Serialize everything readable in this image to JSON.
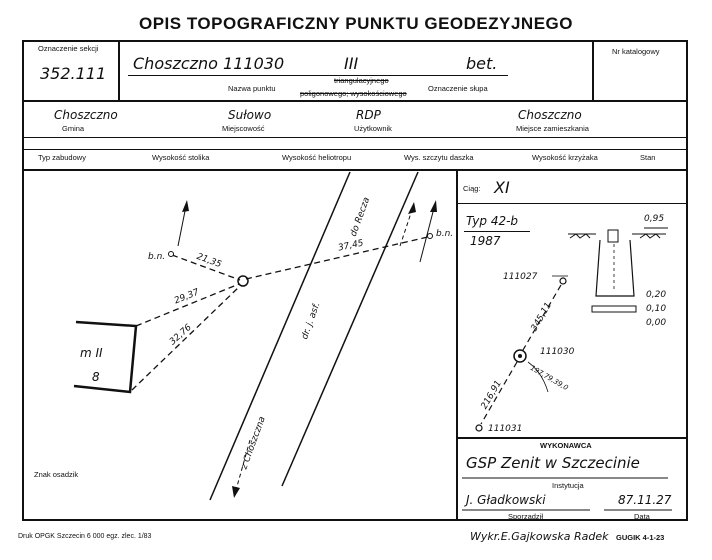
{
  "title": "OPIS TOPOGRAFICZNY PUNKTU GEODEZYJNEGO",
  "header": {
    "section_label": "Oznaczenie sekcji",
    "section_value": "352.111",
    "point_name_value": "Choszczno 111030",
    "order_value": "III",
    "marker_value": "bet.",
    "point_name_label": "Nazwa punktu",
    "triangulation_label": "triangulacyjnego",
    "polygon_label": "poligonowego; wysokościowego",
    "marker_label": "Oznaczenie słupa",
    "catalog_label": "Nr katalogowy"
  },
  "row2": {
    "gmina_value": "Choszczno",
    "gmina_label": "Gmina",
    "locality_value": "Sułowo",
    "locality_label": "Miejscowość",
    "user_value": "RDP",
    "user_label": "Użytkownik",
    "residence_value": "Choszczno",
    "residence_label": "Miejsce zamieszkania"
  },
  "row3": {
    "building_type": "Typ zabudowy",
    "table_height": "Wysokość stolika",
    "heliotrope_height": "Wysokość heliotropu",
    "beacon_top_height": "Wys. szczytu daszka",
    "cross_height": "Wysokość krzyżaka",
    "state": "Stan"
  },
  "sketch": {
    "bn_left": "b.n.",
    "bn_right": "b.n.",
    "dist_2135": "21,35",
    "dist_3745": "37,45",
    "dist_2937": "29,37",
    "dist_3276": "32,76",
    "building_label": "m II",
    "building_number": "8",
    "road_label": "dr. j. asf.",
    "to_recz": "do Recza",
    "to_choszczno": "z Choszczna",
    "sign_label": "Znak osadzik"
  },
  "traverse": {
    "label": "Ciąg:",
    "value": "XI"
  },
  "marker": {
    "type": "Typ 42-b",
    "year": "1987",
    "dim_top": "0,95",
    "dim_1": "0,20",
    "dim_2": "0,10",
    "dim_3": "0,00"
  },
  "points": {
    "p1": "111027",
    "p2": "111030",
    "p3": "111031",
    "d1": "345,11",
    "d2": "216,91",
    "angle": "197,79,39,0"
  },
  "executor": {
    "label": "WYKONAWCA",
    "name": "GSP Zenit w Szczecinie",
    "institution_label": "Instytucja",
    "person": "J. Gładkowski",
    "person_label": "Sporządził",
    "date": "87.11.27",
    "date_label": "Data"
  },
  "footer": {
    "print_info": "Druk OPGK Szczecin 6 000 egz. zlec. 1/83",
    "author": "Wykr.E.Gajkowska Radek",
    "code": "GUGIK 4-1-23"
  }
}
